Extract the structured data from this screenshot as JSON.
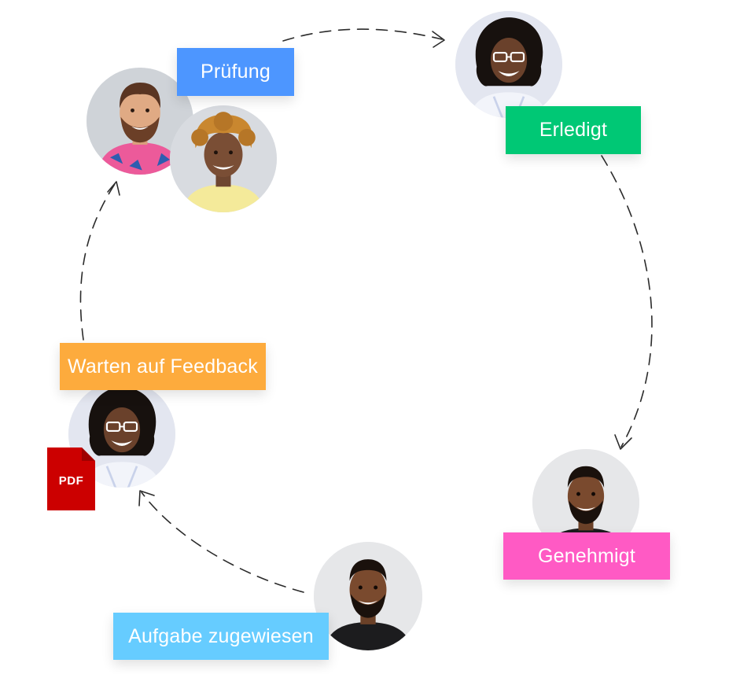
{
  "stages": [
    {
      "id": "review",
      "label": "Prüfung",
      "color": "#4d96ff"
    },
    {
      "id": "done",
      "label": "Erledigt",
      "color": "#00c875"
    },
    {
      "id": "approved",
      "label": "Genehmigt",
      "color": "#ff5ac4"
    },
    {
      "id": "assigned",
      "label": "Aufgabe zugewiesen",
      "color": "#66ccff"
    },
    {
      "id": "waiting",
      "label": "Warten auf Feedback",
      "color": "#fdab3d"
    }
  ],
  "attachment": {
    "icon": "pdf-file-icon",
    "label": "PDF",
    "color": "#cc0000"
  },
  "colors": {
    "arrow": "#2b2b2b",
    "background": "#ffffff"
  }
}
